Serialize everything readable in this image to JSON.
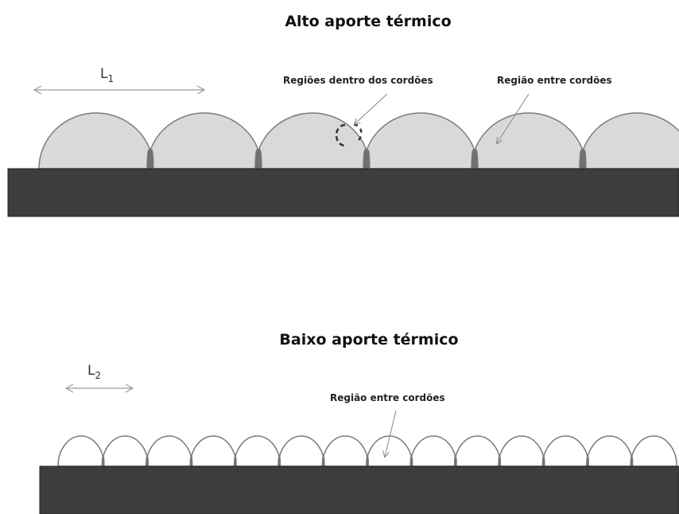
{
  "top": {
    "title": "Alto aporte térmico",
    "dimension": {
      "letter": "L",
      "subscript": "1"
    },
    "label_inside": "Regiões dentro dos cordões",
    "label_between": "Região entre cordões",
    "bead_count": 6
  },
  "bottom": {
    "title": "Baixo aporte térmico",
    "dimension": {
      "letter": "L",
      "subscript": "2"
    },
    "label_between": "Região entre cordões",
    "bead_count": 14
  },
  "colors": {
    "substrate": "#3d3d3d",
    "bead_fill_top": "#d9d9d9",
    "bead_fill_bottom": "#ffffff",
    "overlap": "#707070",
    "outline": "#7a7a7a"
  }
}
